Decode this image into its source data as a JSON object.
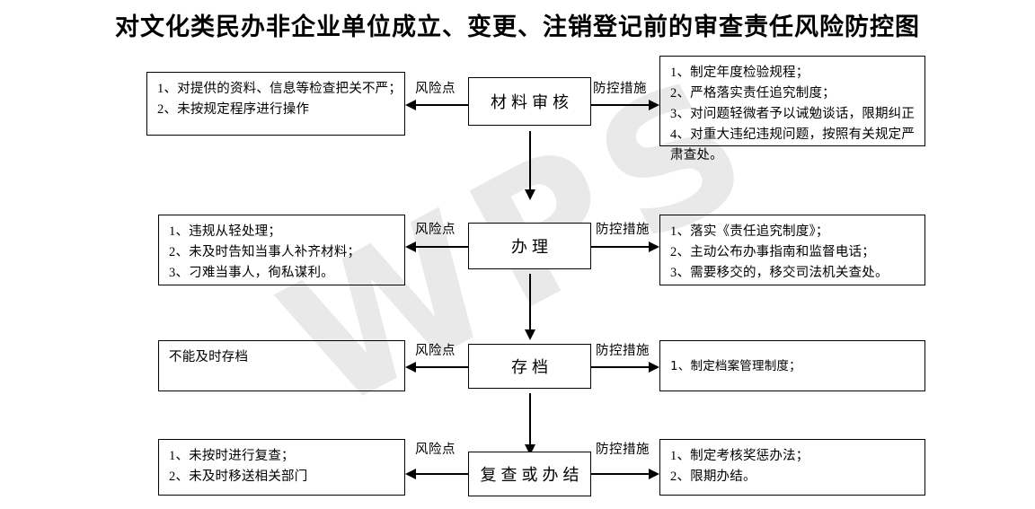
{
  "document": {
    "title": "对文化类民办非企业单位成立、变更、注销登记前的审查责任风险防控图",
    "watermark": "WPS"
  },
  "labels": {
    "risk_point": "风险点",
    "control_measure": "防控措施"
  },
  "flow": {
    "steps": [
      {
        "id": "material-review",
        "name": "材料审核",
        "risks": [
          "1、对提供的资料、信息等检查把关不严；",
          "2、未按规定程序进行操作"
        ],
        "measures": [
          "1、制定年度检验规程；",
          "2、严格落实责任追究制度；",
          "3、对问题轻微者予以诫勉谈话，限期纠正",
          "4、对重大违纪违规问题，按照有关规定严",
          "肃查处。"
        ]
      },
      {
        "id": "handling",
        "name": "办理",
        "risks": [
          "1、违规从轻处理；",
          "2、未及时告知当事人补齐材料；",
          "3、刁难当事人，徇私谋利。"
        ],
        "measures": [
          "1、落实《责任追究制度》；",
          "2、主动公布办事指南和监督电话；",
          "3、需要移交的，移交司法机关查处。"
        ]
      },
      {
        "id": "archiving",
        "name": "存档",
        "risks": [
          "不能及时存档"
        ],
        "measures": [
          "1、制定档案管理制度；"
        ]
      },
      {
        "id": "review-or-close",
        "name": "复查或办结",
        "risks": [
          "1、未按时进行复查；",
          "2、未及时移送相关部门"
        ],
        "measures": [
          "1、制定考核奖惩办法；",
          "2、限期办结。"
        ]
      }
    ]
  },
  "colors": {
    "stroke": "#000000",
    "background": "#ffffff",
    "watermark": "#e9e9e9"
  }
}
